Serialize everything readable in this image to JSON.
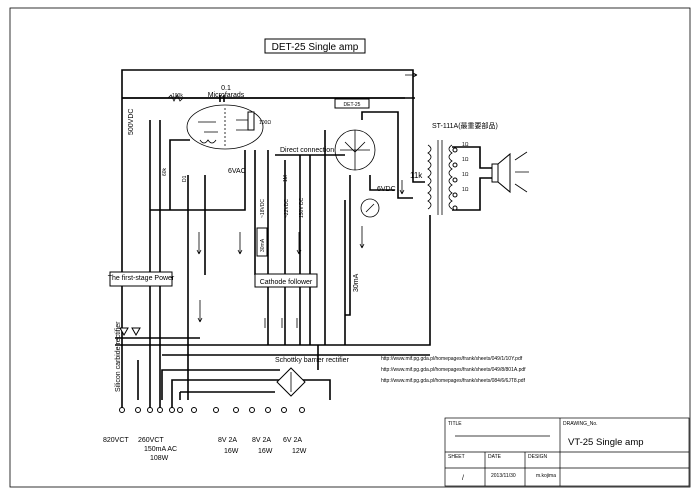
{
  "title": "DET-25 Single amp",
  "labels": {
    "capacitor": "0.1",
    "microfarads": "Microfarads",
    "resistor_100k": "100k",
    "resistor_100ohm": "100Ω",
    "b_plus": "500VDC",
    "r_60k": "60k",
    "diode": "D1",
    "heater_6vac": "6VAC",
    "direct_connection": "Direct connection",
    "det25_tag": "DET-25",
    "heater_6vdc": "6VDC",
    "v18": "~18VDC",
    "v22": "~22VDC",
    "v150": "150V DC",
    "r_1m": "1M",
    "ma_30": "30mA",
    "ccs": "30mA",
    "first_stage_power": "The first-stage Power",
    "cathode_follower": "Cathode follower",
    "silicon_rectifier": "Silicon carbide rectifier",
    "schottky": "Schottky barrier rectifier",
    "output_transformer": "ST-111A(最重要部品)",
    "primary": "11k",
    "taps": [
      "1Ω",
      "1Ω",
      "1Ω",
      "1Ω"
    ]
  },
  "links": [
    "http://www.mif.pg.gda.pl/homepages/frank/sheets/049/1/10Y.pdf",
    "http://www.mif.pg.gda.pl/homepages/frank/sheets/049/8/801A.pdf",
    "http://www.mif.pg.gda.pl/homepages/frank/sheets/084/6/6JT8.pdf"
  ],
  "power_transformer": {
    "v820": "820VCT",
    "v260": "260VCT",
    "ma150": "150mA AC",
    "w108": "108W",
    "w1_v": "8V 2A",
    "w1_w": "16W",
    "w2_v": "8V 2A",
    "w2_w": "16W",
    "w3_v": "6V 2A",
    "w3_w": "12W"
  },
  "title_block": {
    "title_hdr": "TITLE",
    "drawing_hdr": "DRAWING_No.",
    "drawing_title": "VT-25 Single amp",
    "sheet_hdr": "SHEET",
    "date_hdr": "DATE",
    "design_hdr": "DESIGN",
    "sheet_val": "/",
    "date_val": "2013/11/30",
    "design_val": "m.kojima"
  }
}
